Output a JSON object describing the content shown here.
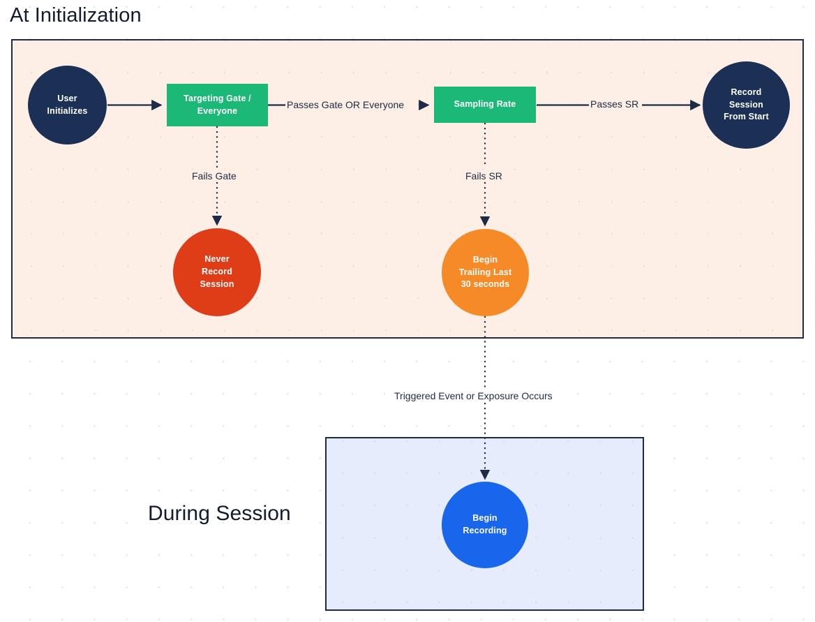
{
  "diagram": {
    "title_initialization": "At Initialization",
    "title_during_session": "During Session",
    "colors": {
      "navy": "#1b3054",
      "green": "#1cb877",
      "red": "#df3c18",
      "orange": "#f68a27",
      "blue": "#1766ec",
      "region_init_bg": "#fdeee6",
      "region_during_bg": "#e6ecfb",
      "border": "#1d2b45",
      "text_dark": "#1d2b45",
      "text_light": "#ffffff"
    },
    "nodes": [
      {
        "id": "user-initializes",
        "label": "User\nInitializes",
        "shape": "circle",
        "color": "#1b3054"
      },
      {
        "id": "targeting-gate",
        "label": "Targeting Gate /\nEveryone",
        "shape": "rect",
        "color": "#1cb877"
      },
      {
        "id": "sampling-rate",
        "label": "Sampling Rate",
        "shape": "rect",
        "color": "#1cb877"
      },
      {
        "id": "record-session",
        "label": "Record\nSession\nFrom Start",
        "shape": "circle",
        "color": "#1b3054"
      },
      {
        "id": "never-record",
        "label": "Never\nRecord\nSession",
        "shape": "circle",
        "color": "#df3c18"
      },
      {
        "id": "begin-trailing",
        "label": "Begin\nTrailing Last\n30 seconds",
        "shape": "circle",
        "color": "#f68a27"
      },
      {
        "id": "begin-recording",
        "label": "Begin\nRecording",
        "shape": "circle",
        "color": "#1766ec"
      }
    ],
    "edges": [
      {
        "id": "user-to-gate",
        "from": "user-initializes",
        "to": "targeting-gate",
        "label": "",
        "style": "solid"
      },
      {
        "id": "gate-to-sampling",
        "from": "targeting-gate",
        "to": "sampling-rate",
        "label": "Passes Gate OR Everyone",
        "style": "solid"
      },
      {
        "id": "sampling-to-record",
        "from": "sampling-rate",
        "to": "record-session",
        "label": "Passes SR",
        "style": "solid"
      },
      {
        "id": "gate-to-never",
        "from": "targeting-gate",
        "to": "never-record",
        "label": "Fails Gate",
        "style": "dotted"
      },
      {
        "id": "sampling-to-trailing",
        "from": "sampling-rate",
        "to": "begin-trailing",
        "label": "Fails SR",
        "style": "dotted"
      },
      {
        "id": "trailing-to-begin",
        "from": "begin-trailing",
        "to": "begin-recording",
        "label": "Triggered Event or Exposure Occurs",
        "style": "dotted"
      }
    ],
    "labels": {
      "passes_gate_or_everyone": "Passes Gate OR Everyone",
      "passes_sr": "Passes SR",
      "fails_gate": "Fails Gate",
      "fails_sr": "Fails SR",
      "triggered_event": "Triggered Event or Exposure Occurs"
    }
  }
}
